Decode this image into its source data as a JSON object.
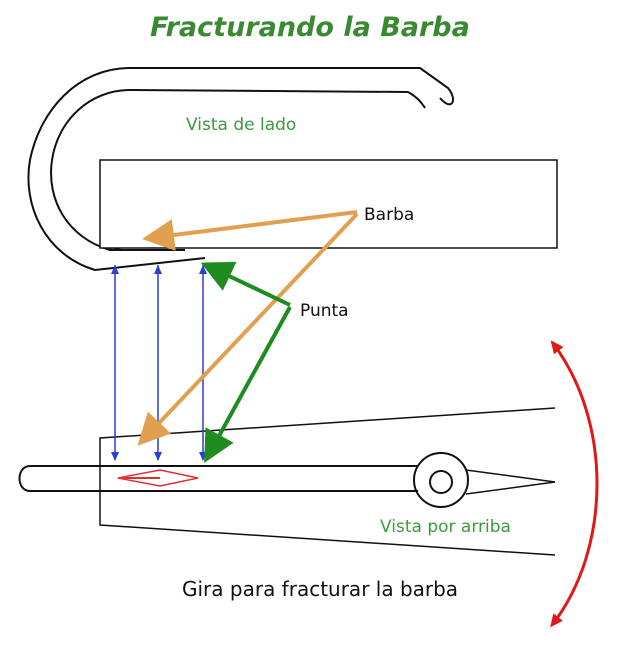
{
  "title": "Fracturando la Barba",
  "labels": {
    "side_view": "Vista de lado",
    "barb": "Barba",
    "point": "Punta",
    "top_view": "Vista por arriba",
    "rotate_instruction": "Gira para fracturar la barba"
  },
  "colors": {
    "title": "#3a8a32",
    "view_labels": "#3c9a3c",
    "barb_arrows": "#e0a050",
    "point_arrows": "#1e8c1e",
    "projection_lines": "#2b3fd6",
    "rotate_arrow": "#e01818",
    "outline": "#111111",
    "barb_marker": "#e03030"
  },
  "icons": {
    "barb_arrows": "arrow",
    "point_arrows": "arrow",
    "rotate_arrow": "curved-double-arrow"
  }
}
